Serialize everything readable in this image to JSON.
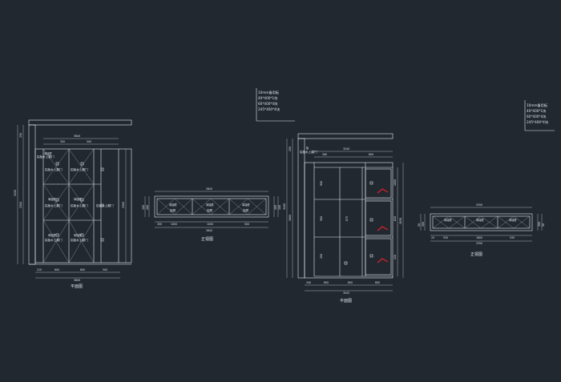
{
  "titles": {
    "plan_left": "平面图",
    "front_left": "正视图",
    "plan_right": "平面图",
    "front_right": "正视图"
  },
  "notes": {
    "mid": [
      "10mm备用板",
      "40*400*1块",
      "60*400*4块",
      "245*400*4块"
    ],
    "right": [
      "10mm备用板",
      "40*400*1块",
      "60*400*4块",
      "245*400*4块"
    ]
  },
  "labels": {
    "board": "铝板木上翻门",
    "board_small": "板",
    "tag": "单抽屉",
    "drawer": "抽屉"
  },
  "dims": {
    "p1_top": "3840",
    "p1_top_a": "350",
    "p1_top_b": "500",
    "p1_left_total": "3150",
    "p1_left_a": "2500",
    "p1_left_b": "250",
    "p1_right": "2500",
    "p1_bot": [
      "210",
      "600",
      "600",
      "500",
      "520"
    ],
    "p1_bot_total": "3840",
    "f1_top": "2820",
    "f1_bot": [
      "300",
      "1000",
      "1000",
      "500"
    ],
    "f1_bot_total": "2845",
    "f1_left_a": "400",
    "f1_left_b": "100",
    "f1_right_a": "400",
    "f1_right_b": "100",
    "p2_top": "3240",
    "p2_top_a": "280",
    "p2_top_b": "600",
    "p2_left_total": "3400",
    "p2_left_a": "2880",
    "p2_left_b": "250",
    "p2_right_a": "1000",
    "p2_right_b": "620",
    "p2_right_c": "420",
    "p2_right_d": "2830",
    "p2_inner": [
      "900",
      "900",
      "200",
      "675"
    ],
    "p2_bot": [
      "240",
      "600",
      "600",
      "600"
    ],
    "p2_bot_total": "3045",
    "f2_top": "2550",
    "f2_bot": [
      "20",
      "530",
      "1600",
      "530"
    ],
    "f2_bot_total": "2550",
    "f2_left_a": "300",
    "f2_left_b": "50",
    "f2_right_a": "300",
    "f2_right_b": "50"
  }
}
